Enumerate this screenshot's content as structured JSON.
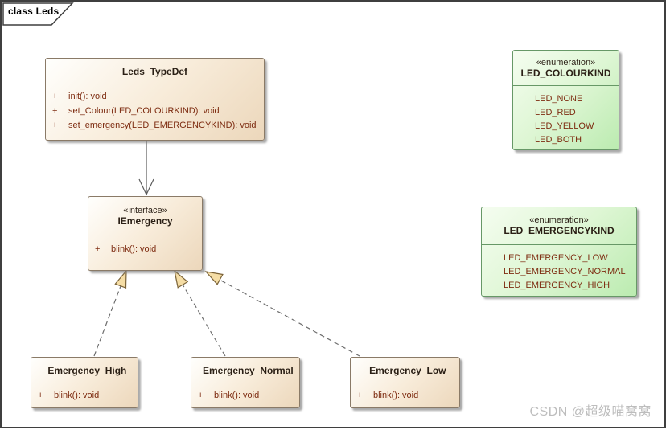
{
  "frame": {
    "label": "class Leds"
  },
  "watermark": {
    "text": "CSDN @超级喵窝窝"
  },
  "colors": {
    "class_fill_start": "#FFFFFD",
    "class_fill_end": "#ECD7BB",
    "class_border": "#8A7A67",
    "enum_fill_start": "#F5FDF0",
    "enum_fill_end": "#BBEBB0",
    "enum_border": "#679867",
    "title_text": "#2A1F15",
    "member_text": "#7D2B10",
    "connector_line": "#666666",
    "triangle_fill": "#F5DDA5",
    "triangle_border": "#7B6338",
    "frame_border": "#3F3F3F"
  },
  "nodes": {
    "leds_typedef": {
      "name": "Leds_TypeDef",
      "methods": [
        {
          "vis": "+",
          "sig": "init(): void"
        },
        {
          "vis": "+",
          "sig": "set_Colour(LED_COLOURKIND): void"
        },
        {
          "vis": "+",
          "sig": "set_emergency(LED_EMERGENCYKIND): void"
        }
      ]
    },
    "iemergency": {
      "stereotype": "«interface»",
      "name": "IEmergency",
      "methods": [
        {
          "vis": "+",
          "sig": "blink(): void"
        }
      ]
    },
    "emergency_high": {
      "name": "_Emergency_High",
      "methods": [
        {
          "vis": "+",
          "sig": "blink(): void"
        }
      ]
    },
    "emergency_normal": {
      "name": "_Emergency_Normal",
      "methods": [
        {
          "vis": "+",
          "sig": "blink(): void"
        }
      ]
    },
    "emergency_low": {
      "name": "_Emergency_Low",
      "methods": [
        {
          "vis": "+",
          "sig": "blink(): void"
        }
      ]
    },
    "led_colourkind": {
      "stereotype": "«enumeration»",
      "name": "LED_COLOURKIND",
      "literals": [
        "LED_NONE",
        "LED_RED",
        "LED_YELLOW",
        "LED_BOTH"
      ]
    },
    "led_emergencykind": {
      "stereotype": "«enumeration»",
      "name": "LED_EMERGENCYKIND",
      "literals": [
        "LED_EMERGENCY_LOW",
        "LED_EMERGENCY_NORMAL",
        "LED_EMERGENCY_HIGH"
      ]
    }
  },
  "edges": [
    {
      "type": "association",
      "source": "Leds_TypeDef",
      "target": "IEmergency",
      "line": "solid",
      "head": "open-arrow"
    },
    {
      "type": "realization",
      "source": "_Emergency_High",
      "target": "IEmergency",
      "line": "dashed",
      "head": "triangle"
    },
    {
      "type": "realization",
      "source": "_Emergency_Normal",
      "target": "IEmergency",
      "line": "dashed",
      "head": "triangle"
    },
    {
      "type": "realization",
      "source": "_Emergency_Low",
      "target": "IEmergency",
      "line": "dashed",
      "head": "triangle"
    }
  ]
}
